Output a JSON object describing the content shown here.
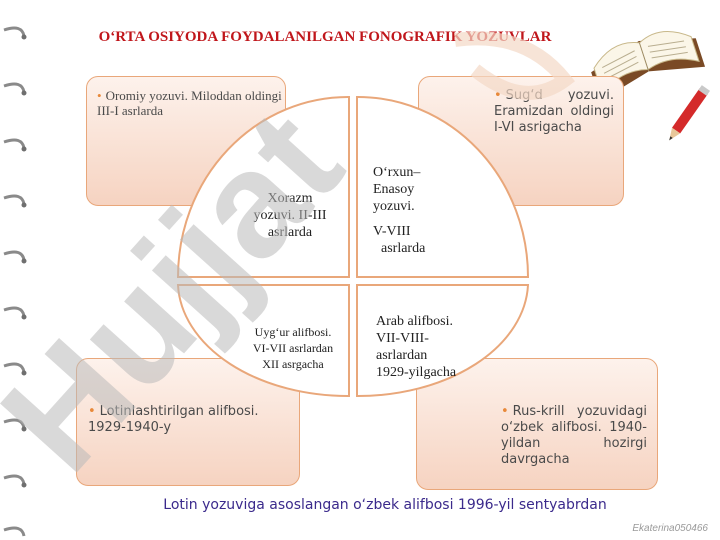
{
  "title": "O‘RTA OSIYODA FOYDALANILGAN FONOGRAFIK YOZUVLAR",
  "boxes": {
    "top_left": "Oromiy yozuvi. Miloddan oldingi III-I asrlarda",
    "top_right": "Sug‘d yozuvi. Eramizdan oldingi I-VI asrigacha",
    "bottom_left": "Lotinlashtirilgan alifbosi. 1929-1940-y",
    "bottom_right": "Rus-krill yozuvidagi o‘zbek alifbosi. 1940-yildan hozirgi davrgacha"
  },
  "circle": {
    "q1_line1": "Xorazm",
    "q1_line2": "yozuvi. II-III",
    "q1_line3": "asrlarda",
    "q2_line1": "O‘rxun–",
    "q2_line2": "Enasoy",
    "q2_line3": "yozuvi.",
    "q2_line4": "V-VIII",
    "q2_line5": "asrlarda",
    "q3_line1": "Uyg‘ur alifbosi.",
    "q3_line2": "VI-VII asrlardan",
    "q3_line3": "XII asrgacha",
    "q4_line1": "Arab alifbosi.",
    "q4_line2": "VII-VIII-",
    "q4_line3": "asrlardan",
    "q4_line4": "1929-yilgacha"
  },
  "footer": "Lotin yozuviga asoslangan o‘zbek alifbosi 1996-yil sentyabrdan",
  "brand": "Ekaterina050466",
  "watermark": "Hujjat",
  "colors": {
    "title": "#c0161b",
    "box_border": "#e9a77a",
    "box_fill": "#f6d3c1",
    "bullet": "#e8893a",
    "footer": "#3b2a8c",
    "watermark": "#b9b9b9",
    "watermark_accent": "#f3d9c6"
  },
  "icons": [
    "spiral-binding-icon",
    "open-book-icon",
    "pencil-icon",
    "bullet-icon"
  ]
}
